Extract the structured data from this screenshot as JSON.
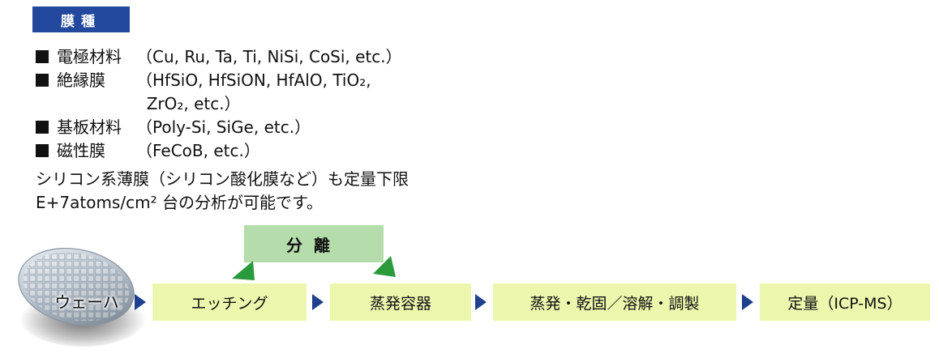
{
  "heading": "膜種",
  "films": [
    {
      "label": "電極材料",
      "detail": "（Cu, Ru, Ta, Ti, NiSi, CoSi, etc.）"
    },
    {
      "label": "絶縁膜",
      "detail": "（HfSiO, HfSiON, HfAlO, TiO₂,\n  ZrO₂, etc.）"
    },
    {
      "label": "基板材料",
      "detail": "（Poly-Si, SiGe, etc.）"
    },
    {
      "label": "磁性膜",
      "detail": "（FeCoB, etc.）"
    }
  ],
  "note": {
    "line1": "シリコン系薄膜（シリコン酸化膜など）も定量下限",
    "line2": "E+7atoms/cm² 台の分析が可能です。"
  },
  "flow": {
    "wafer": "ウェーハ",
    "steps": [
      "エッチング",
      "蒸発容器",
      "蒸発・乾固／溶解・調製",
      "定量（ICP-MS）"
    ],
    "separation": "分離"
  },
  "colors": {
    "heading_bg": "#23499e",
    "step_bg": "#ecf7ad",
    "separation_bg": "#b5dcab",
    "arrow": "#1f3f8f",
    "loop_arrow": "#2a9a3c"
  }
}
